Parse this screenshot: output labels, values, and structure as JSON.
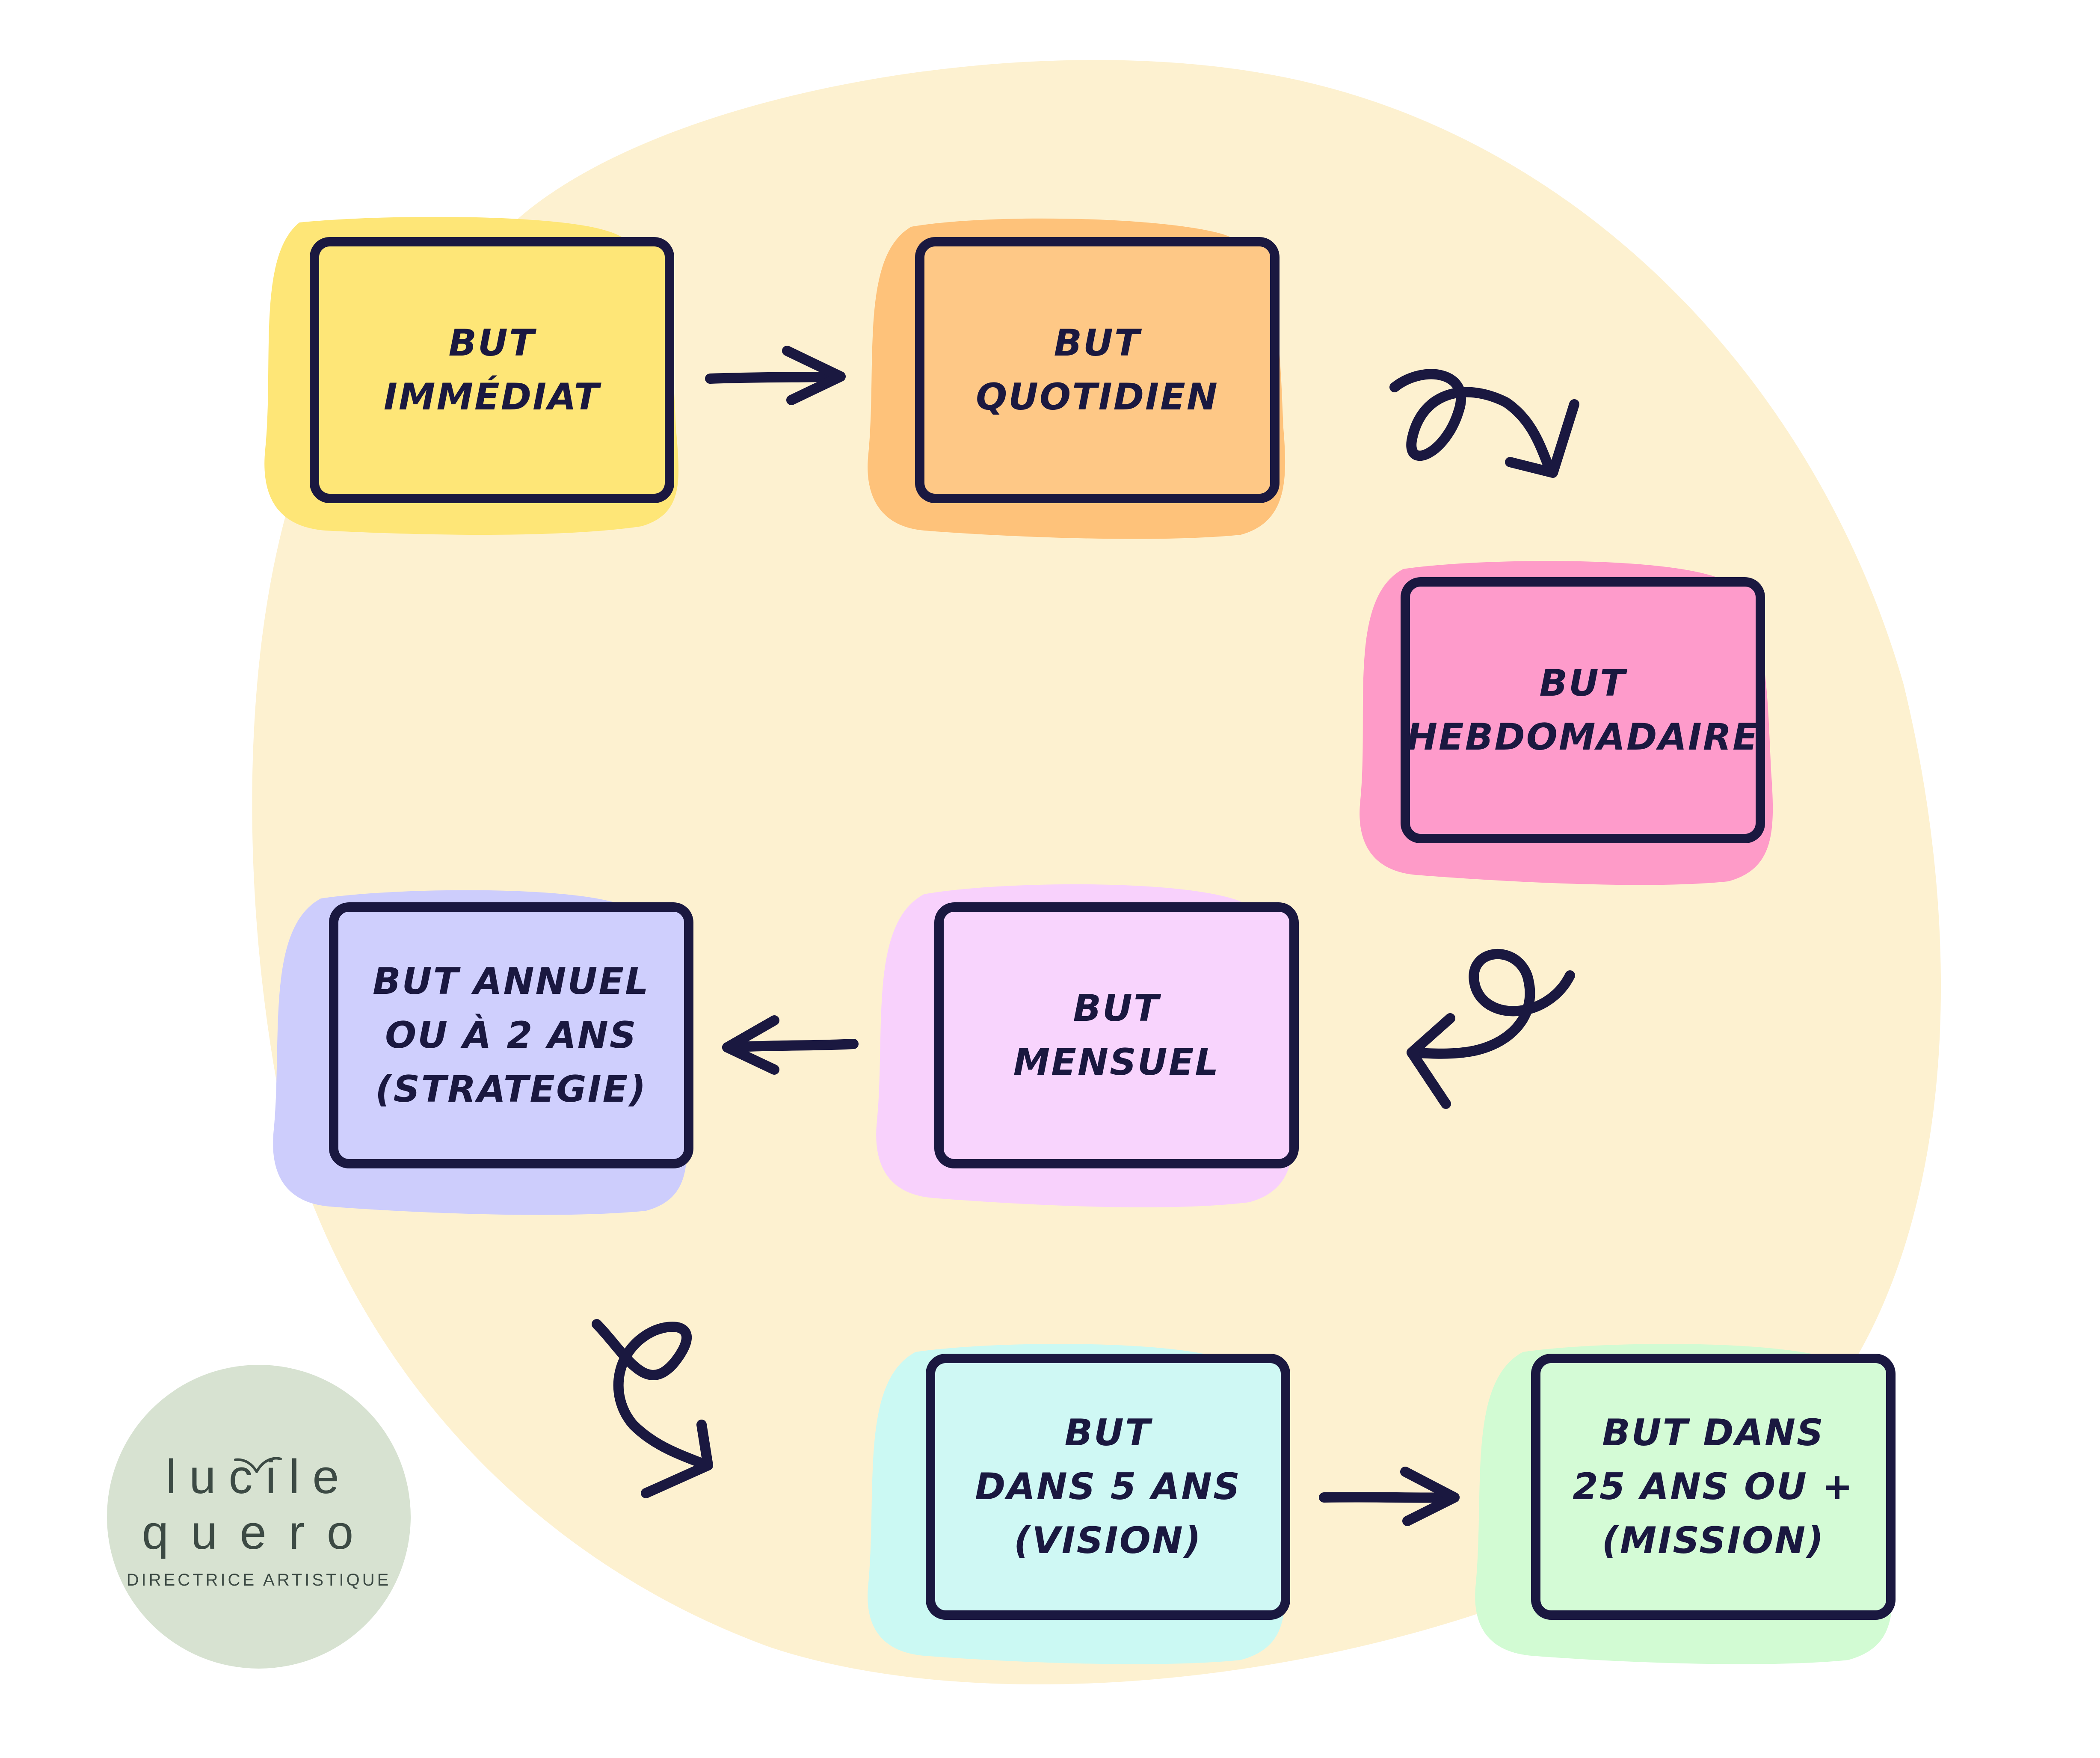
{
  "colors": {
    "blob": "#fdf1d0",
    "ink": "#1a1840",
    "logo_circle": "#d7e2d1"
  },
  "boxes": [
    {
      "id": "immediat",
      "lines": [
        "BUT",
        "IMMÉDIAT"
      ],
      "fill": "#fee677",
      "shadow": "#fee677"
    },
    {
      "id": "quotidien",
      "lines": [
        "BUT",
        "QUOTIDIEN"
      ],
      "fill": "#fec886",
      "shadow": "#fec27a"
    },
    {
      "id": "hebdomadaire",
      "lines": [
        "BUT",
        "HEBDOMADAIRE"
      ],
      "fill": "#fe9bcb",
      "shadow": "#fe9bc8"
    },
    {
      "id": "mensuel",
      "lines": [
        "BUT",
        "MENSUEL"
      ],
      "fill": "#f8d4fd",
      "shadow": "#f8d1fc"
    },
    {
      "id": "annuel",
      "lines": [
        "BUT ANNUEL",
        "OU À 2 ANS",
        "(STRATEGIE)"
      ],
      "fill": "#cfcffd",
      "shadow": "#cdcdfc"
    },
    {
      "id": "cinq-ans",
      "lines": [
        "BUT",
        "DANS 5 ANS",
        "(VISION)"
      ],
      "fill": "#cff8f4",
      "shadow": "#cbf9f3"
    },
    {
      "id": "vingt-cinq",
      "lines": [
        "BUT DANS",
        "25 ANS OU +",
        "(MISSION)"
      ],
      "fill": "#d4fbd6",
      "shadow": "#d2fbd3"
    }
  ],
  "logo": {
    "line1": "lucile",
    "line2": "quero",
    "tagline": "DIRECTRICE ARTISTIQUE"
  }
}
